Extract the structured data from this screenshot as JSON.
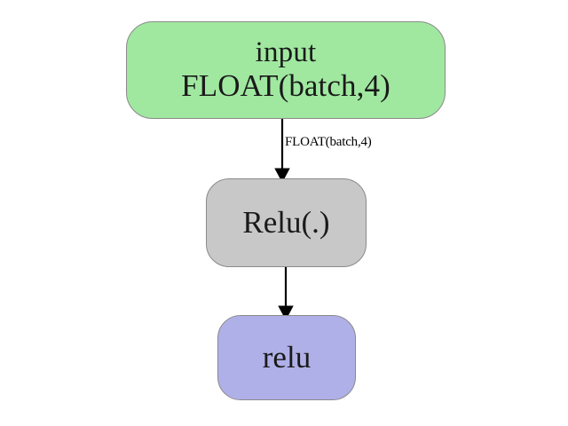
{
  "graph": {
    "background_color": "#ffffff",
    "orientation": "top-to-bottom",
    "nodes": [
      {
        "id": "input",
        "kind": "input-tensor",
        "label_lines": [
          "input",
          "FLOAT(batch,4)"
        ],
        "fill_color": "#a0e8a0",
        "border_color": "#8a8a8a",
        "shape": "rounded-rectangle"
      },
      {
        "id": "relu-op",
        "kind": "operator",
        "label_lines": [
          "Relu(.)"
        ],
        "fill_color": "#c8c8c8",
        "border_color": "#8a8a8a",
        "shape": "rounded-rectangle"
      },
      {
        "id": "relu-out",
        "kind": "output-tensor",
        "label_lines": [
          "relu"
        ],
        "fill_color": "#b0b0e8",
        "border_color": "#8a8a8a",
        "shape": "rounded-rectangle"
      }
    ],
    "edges": [
      {
        "id": "input-to-relu",
        "from": "input",
        "to": "relu-op",
        "label": "FLOAT(batch,4)",
        "color": "#000000",
        "arrowhead": "solid-triangle"
      },
      {
        "id": "relu-to-output",
        "from": "relu-op",
        "to": "relu-out",
        "label": "",
        "color": "#000000",
        "arrowhead": "solid-triangle"
      }
    ]
  }
}
